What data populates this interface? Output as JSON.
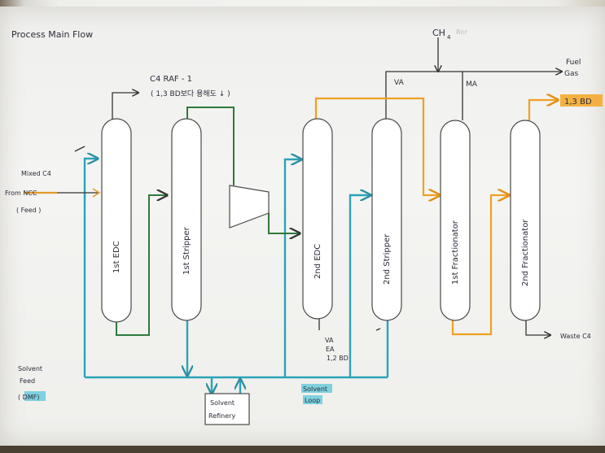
{
  "title": "Process   Main   Flow",
  "labels": {
    "ch4": "CH",
    "ch4_sub": "4",
    "ch4_faint": "Rnr",
    "fuel_gas_line1": "Fuel",
    "fuel_gas_line2": "Gas",
    "va_top": "VA",
    "ma_top": "MA",
    "product": "1,3 BD",
    "c4raf_line1": "C4 RAF - 1",
    "c4raf_line2": "( 1,3 BD보다 용해도 ↓ )",
    "feed_line1": "Mixed C4",
    "feed_line2": "From NCC",
    "feed_line3": "( Feed )",
    "solvent_line1": "Solvent",
    "solvent_line2": "Feed",
    "solvent_line3": "( DMF)",
    "refinery_line1": "Solvent",
    "refinery_line2": "Refinery",
    "loop_line1": "Solvent",
    "loop_line2": "Loop",
    "bottoms_line1": "VA",
    "bottoms_line2": "EA",
    "bottoms_line3": "1,2 BD",
    "waste": "Waste C4"
  },
  "columns": [
    {
      "id": "col1",
      "label": "1st  EDC"
    },
    {
      "id": "col2",
      "label": "1st  Stripper"
    },
    {
      "id": "col3",
      "label": "2nd  EDC"
    },
    {
      "id": "col4",
      "label": "2nd  Stripper"
    },
    {
      "id": "col5",
      "label": "1st  Fractionator"
    },
    {
      "id": "col6",
      "label": "2nd  Fractionator"
    }
  ],
  "colors": {
    "paper": "#f2f2ef",
    "column_fill": "#ffffff",
    "column_stroke": "#4a4a4a",
    "blue_line": "#2aa3b8",
    "green_line": "#2e7a3a",
    "orange_line": "#f0a020",
    "black_line": "#333333",
    "highlight_orange": "#f5a623",
    "highlight_cyan": "#4fc3d9",
    "ink": "#2c2c3a"
  }
}
